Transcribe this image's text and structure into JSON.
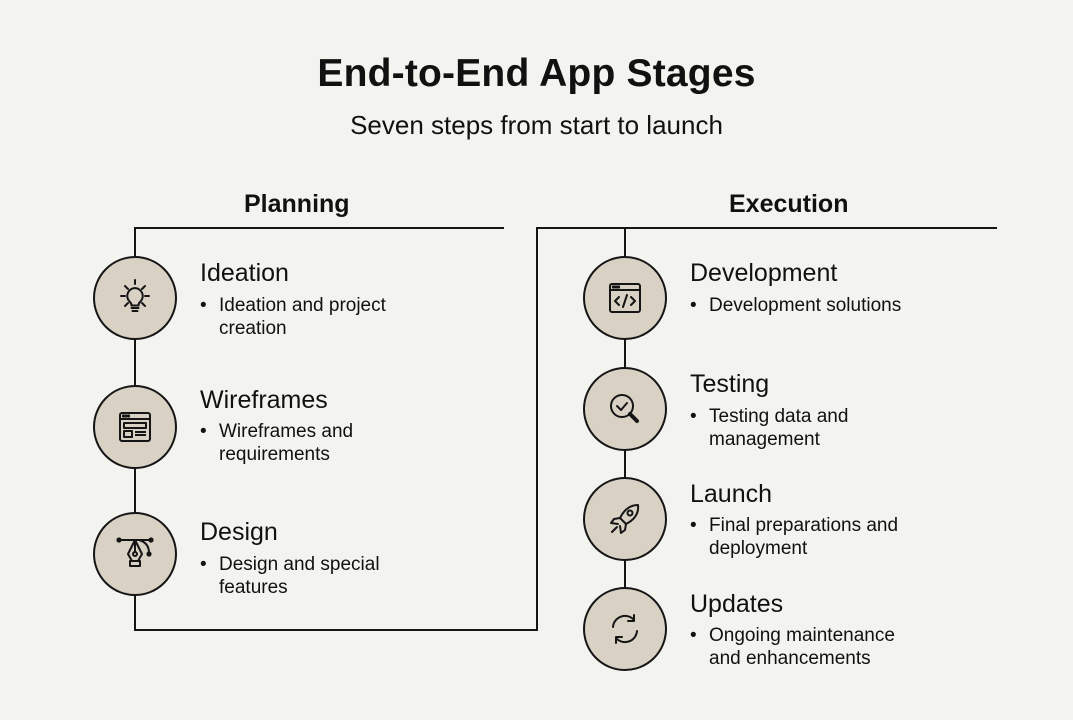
{
  "header": {
    "title": "End-to-End App Stages",
    "subtitle": "Seven steps from start to launch"
  },
  "colors": {
    "background": "#f3f3ef",
    "circle_fill": "#d8d1c4",
    "line": "#151515",
    "text": "#111111"
  },
  "sections": [
    {
      "label": "Planning",
      "steps": [
        {
          "title": "Ideation",
          "bullet": "Ideation and project creation",
          "bullet_lines": [
            "Ideation and project",
            "creation"
          ],
          "icon": "lightbulb-icon"
        },
        {
          "title": "Wireframes",
          "bullet": "Wireframes and requirements",
          "bullet_lines": [
            "Wireframes and",
            "requirements"
          ],
          "icon": "wireframe-icon"
        },
        {
          "title": "Design",
          "bullet": "Design and special features",
          "bullet_lines": [
            "Design and special",
            "features"
          ],
          "icon": "pen-tool-icon"
        }
      ]
    },
    {
      "label": "Execution",
      "steps": [
        {
          "title": "Development",
          "bullet": "Development solutions",
          "bullet_lines": [
            "Development solutions"
          ],
          "icon": "code-window-icon"
        },
        {
          "title": "Testing",
          "bullet": "Testing data and management",
          "bullet_lines": [
            "Testing data and",
            "management"
          ],
          "icon": "magnifier-check-icon"
        },
        {
          "title": "Launch",
          "bullet": "Final preparations and deployment",
          "bullet_lines": [
            "Final preparations and",
            "deployment"
          ],
          "icon": "rocket-icon"
        },
        {
          "title": "Updates",
          "bullet": "Ongoing maintenance and enhancements",
          "bullet_lines": [
            "Ongoing maintenance",
            "and enhancements"
          ],
          "icon": "refresh-icon"
        }
      ]
    }
  ]
}
